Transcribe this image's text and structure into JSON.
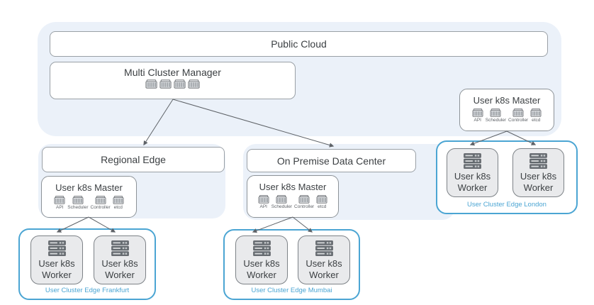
{
  "diagram": {
    "public_cloud": {
      "title": "Public Cloud"
    },
    "multi_cluster_manager": {
      "title": "Multi Cluster Manager"
    },
    "regional_edge": {
      "title": "Regional Edge"
    },
    "on_premise": {
      "title": "On Premise Data Center"
    },
    "master": {
      "title": "User k8s Master",
      "components": [
        "API",
        "Scheduler",
        "Controller",
        "etcd"
      ]
    },
    "worker": {
      "line1": "User k8s",
      "line2": "Worker"
    },
    "clusters": {
      "frankfurt": {
        "label": "User Cluster Edge Frankfurt"
      },
      "mumbai": {
        "label": "User Cluster Edge Mumbai"
      },
      "london": {
        "label": "User Cluster Edge London"
      }
    },
    "colors": {
      "region_bg": "#ebf1f9",
      "box_border": "#9aa0a6",
      "cluster_accent": "#4ba5d3",
      "worker_bg": "#e9eaec",
      "text": "#3c4043",
      "muted_text": "#5f6368",
      "arrow": "#5f6368"
    }
  }
}
